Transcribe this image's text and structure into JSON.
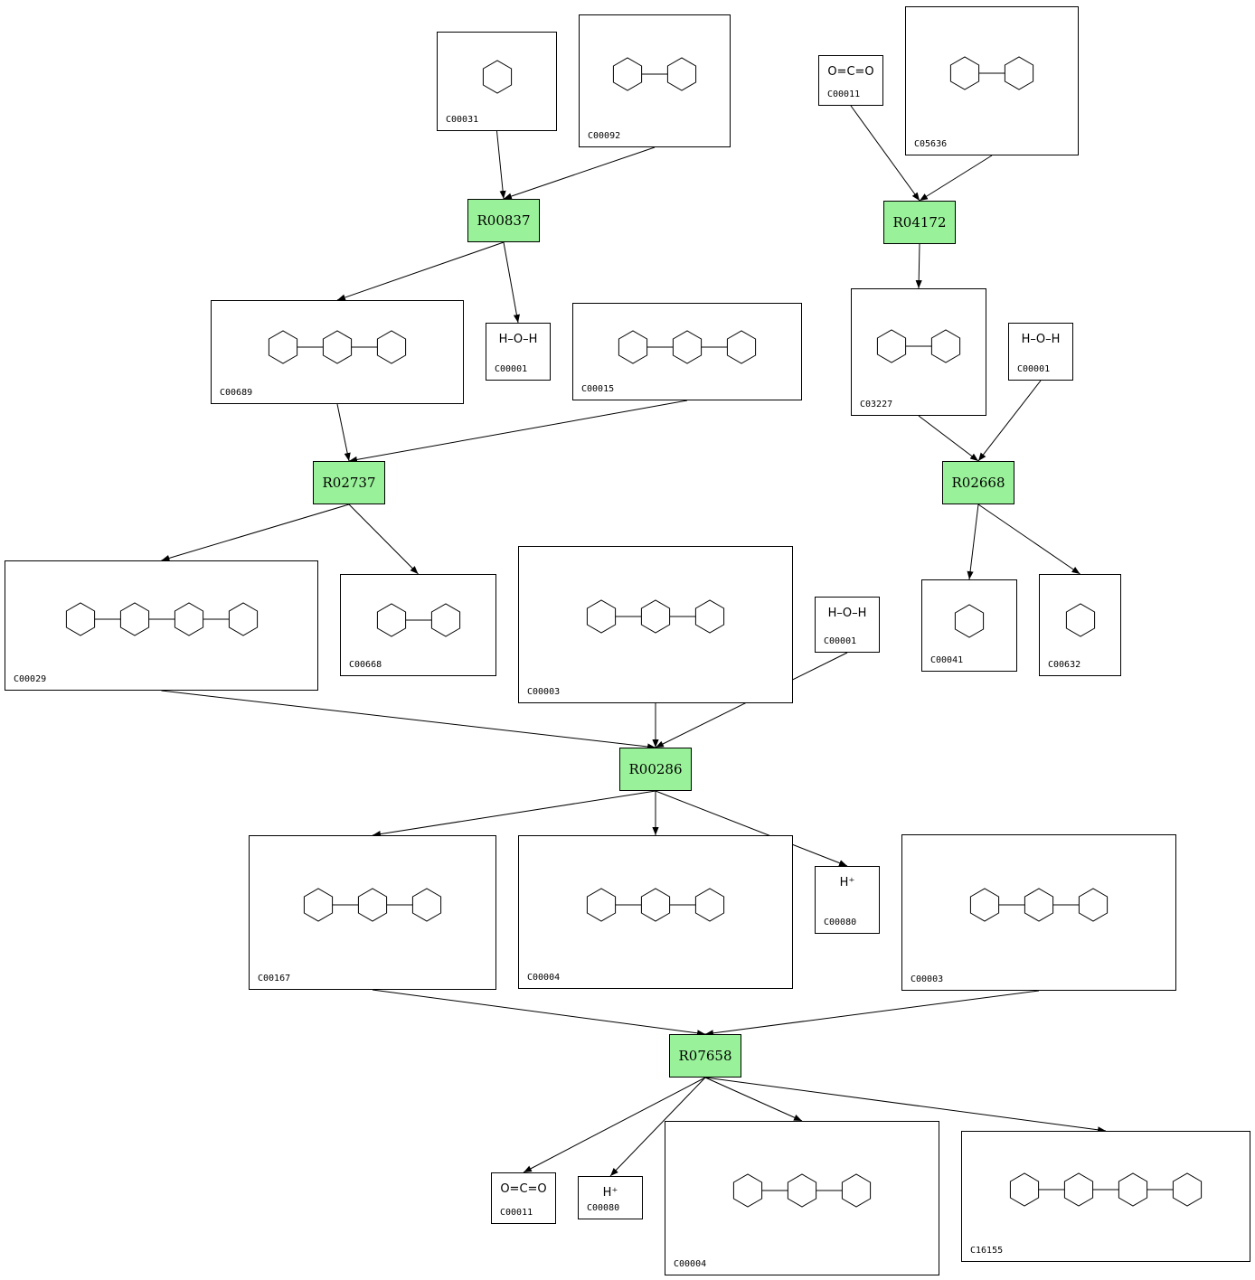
{
  "colors": {
    "reaction_fill": "#99f299",
    "border": "#000000",
    "edge": "#000000"
  },
  "reactions": [
    "R00837",
    "R04172",
    "R02737",
    "R02668",
    "R00286",
    "R07658"
  ],
  "compounds": [
    {
      "key": "c00031",
      "label": "C00031"
    },
    {
      "key": "c00092",
      "label": "C00092"
    },
    {
      "key": "c00011a",
      "label": "C00011",
      "atoms": "O=C=O"
    },
    {
      "key": "c05636",
      "label": "C05636"
    },
    {
      "key": "c00689",
      "label": "C00689"
    },
    {
      "key": "c00001a",
      "label": "C00001",
      "atoms": "H–O–H"
    },
    {
      "key": "c00015",
      "label": "C00015"
    },
    {
      "key": "c03227",
      "label": "C03227"
    },
    {
      "key": "c00001b",
      "label": "C00001",
      "atoms": "H–O–H"
    },
    {
      "key": "c00029",
      "label": "C00029"
    },
    {
      "key": "c00668",
      "label": "C00668"
    },
    {
      "key": "c00003a",
      "label": "C00003"
    },
    {
      "key": "c00001c",
      "label": "C00001",
      "atoms": "H–O–H"
    },
    {
      "key": "c00041",
      "label": "C00041"
    },
    {
      "key": "c00632",
      "label": "C00632"
    },
    {
      "key": "c00167",
      "label": "C00167"
    },
    {
      "key": "c00004a",
      "label": "C00004"
    },
    {
      "key": "c00080a",
      "label": "C00080",
      "atoms": "H⁺"
    },
    {
      "key": "c00003b",
      "label": "C00003"
    },
    {
      "key": "c00011b",
      "label": "C00011",
      "atoms": "O=C=O"
    },
    {
      "key": "c00080b",
      "label": "C00080",
      "atoms": "H⁺"
    },
    {
      "key": "c00004b",
      "label": "C00004"
    },
    {
      "key": "c16155",
      "label": "C16155"
    }
  ],
  "edges": [
    [
      "c00031",
      "R00837"
    ],
    [
      "c00092",
      "R00837"
    ],
    [
      "R00837",
      "c00689"
    ],
    [
      "R00837",
      "c00001a"
    ],
    [
      "c00011a",
      "R04172"
    ],
    [
      "c05636",
      "R04172"
    ],
    [
      "R04172",
      "c03227"
    ],
    [
      "c00689",
      "R02737"
    ],
    [
      "c00015",
      "R02737"
    ],
    [
      "R02737",
      "c00029"
    ],
    [
      "R02737",
      "c00668"
    ],
    [
      "c03227",
      "R02668"
    ],
    [
      "c00001b",
      "R02668"
    ],
    [
      "R02668",
      "c00041"
    ],
    [
      "R02668",
      "c00632"
    ],
    [
      "c00029",
      "R00286"
    ],
    [
      "c00003a",
      "R00286"
    ],
    [
      "c00001c",
      "R00286"
    ],
    [
      "R00286",
      "c00167"
    ],
    [
      "R00286",
      "c00004a"
    ],
    [
      "R00286",
      "c00080a"
    ],
    [
      "c00167",
      "R07658"
    ],
    [
      "c00003b",
      "R07658"
    ],
    [
      "R07658",
      "c00011b"
    ],
    [
      "R07658",
      "c00080b"
    ],
    [
      "R07658",
      "c00004b"
    ],
    [
      "R07658",
      "c16155"
    ]
  ]
}
